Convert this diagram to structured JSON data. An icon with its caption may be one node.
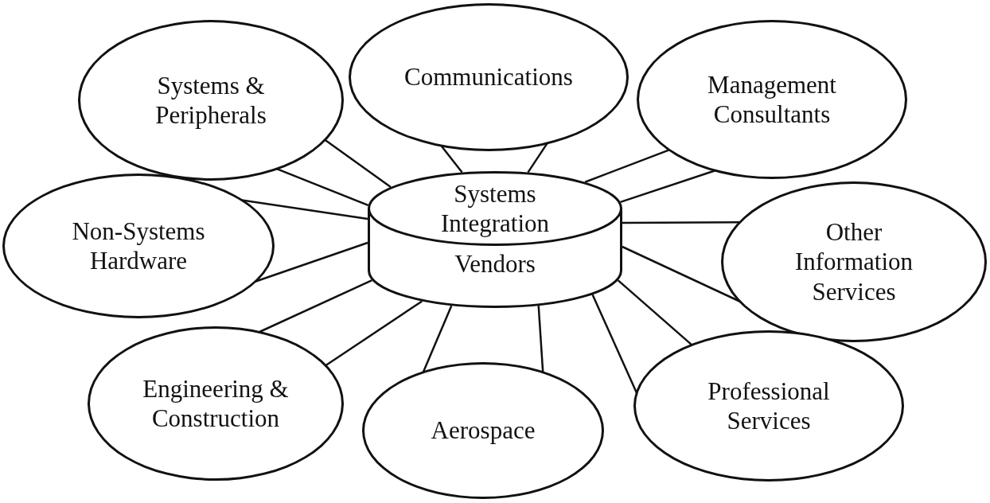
{
  "diagram": {
    "nodes": [
      {
        "text": [
          "Systems Integration",
          "Vendors"
        ]
      },
      {
        "text": [
          "Systems & Peripherals"
        ]
      },
      {
        "text": [
          "Communications"
        ]
      },
      {
        "text": [
          "Management Consultants"
        ]
      },
      {
        "text": [
          "Non-Systems Hardware"
        ]
      },
      {
        "text": [
          "Other Information Services"
        ]
      },
      {
        "text": [
          "Engineering & Construction"
        ]
      },
      {
        "text": [
          "Aerospace"
        ]
      },
      {
        "text": [
          "Professional Services"
        ]
      }
    ],
    "edges": [
      {
        "from": 1,
        "to": 0,
        "arrow": "none"
      },
      {
        "from": 1,
        "to": 0,
        "arrow": "none"
      },
      {
        "from": 2,
        "to": 0,
        "arrow": "none"
      },
      {
        "from": 2,
        "to": 0,
        "arrow": "none"
      },
      {
        "from": 3,
        "to": 0,
        "arrow": "none"
      },
      {
        "from": 3,
        "to": 0,
        "arrow": "none"
      },
      {
        "from": 4,
        "to": 0,
        "arrow": "none"
      },
      {
        "from": 4,
        "to": 0,
        "arrow": "none"
      },
      {
        "from": 5,
        "to": 0,
        "arrow": "none"
      },
      {
        "from": 5,
        "to": 0,
        "arrow": "none"
      },
      {
        "from": 6,
        "to": 0,
        "arrow": "none"
      },
      {
        "from": 6,
        "to": 0,
        "arrow": "none"
      },
      {
        "from": 7,
        "to": 0,
        "arrow": "none"
      },
      {
        "from": 7,
        "to": 0,
        "arrow": "none"
      },
      {
        "from": 8,
        "to": 0,
        "arrow": "none"
      },
      {
        "from": 8,
        "to": 0,
        "arrow": "none"
      }
    ]
  }
}
